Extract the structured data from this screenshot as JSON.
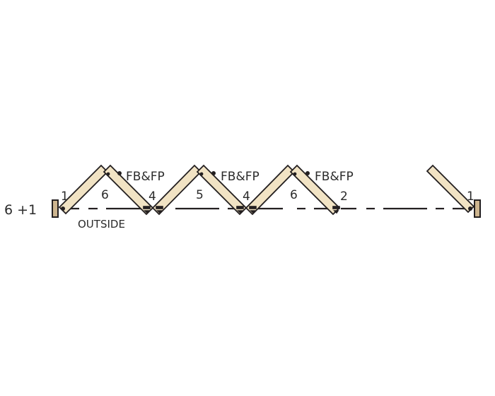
{
  "diagram": {
    "configuration_label": "6 +1",
    "side_label": "OUTSIDE",
    "colors": {
      "panel_fill": "#f1e3c4",
      "panel_stroke": "#231f20",
      "jamb_fill": "#cdb58f",
      "line": "#231f20",
      "text": "#2b2b2b"
    },
    "panel_numbers": [
      {
        "id": "n1-left",
        "text": "1"
      },
      {
        "id": "n6-a",
        "text": "6"
      },
      {
        "id": "n4-a",
        "text": "4"
      },
      {
        "id": "n5",
        "text": "5"
      },
      {
        "id": "n4-b",
        "text": "4"
      },
      {
        "id": "n6-b",
        "text": "6"
      },
      {
        "id": "n2",
        "text": "2"
      },
      {
        "id": "n1-right",
        "text": "1"
      }
    ],
    "hardware_labels": [
      {
        "id": "fbfp-1",
        "text": "FB&FP"
      },
      {
        "id": "fbfp-2",
        "text": "FB&FP"
      },
      {
        "id": "fbfp-3",
        "text": "FB&FP"
      }
    ]
  }
}
